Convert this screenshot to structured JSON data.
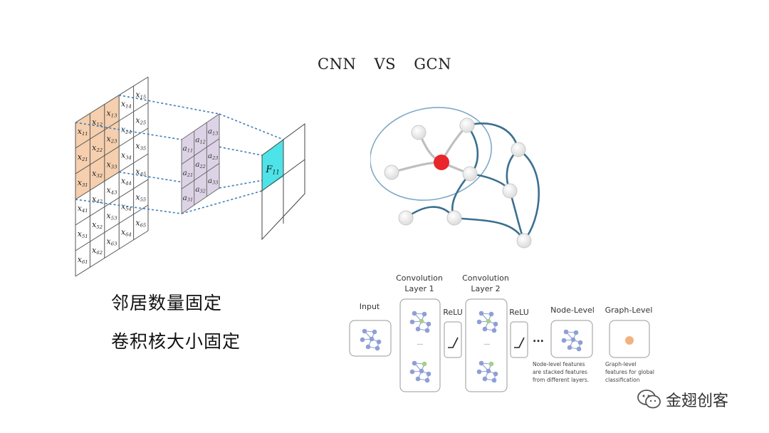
{
  "title": "CNN   VS   GCN",
  "cnn": {
    "input_grid": {
      "rows": [
        [
          "x11",
          "x12",
          "x13",
          "x14",
          "x15"
        ],
        [
          "x21",
          "x22",
          "x23",
          "x24",
          "x25"
        ],
        [
          "x31",
          "x32",
          "x33",
          "x34",
          "x35"
        ],
        [
          "x41",
          "x42",
          "x43",
          "x44",
          "x45"
        ],
        [
          "x51",
          "x52",
          "x53",
          "x54",
          "x55"
        ],
        [
          "x61",
          "x62",
          "x63",
          "x64",
          "x65"
        ]
      ],
      "highlight_color": "#f5cfae"
    },
    "kernel_grid": {
      "rows": [
        [
          "a11",
          "a12",
          "a13"
        ],
        [
          "a21",
          "a22",
          "a23"
        ],
        [
          "a31",
          "a32",
          "a33"
        ]
      ],
      "fill_color": "#ddd3e6"
    },
    "output_cell": "F11",
    "output_color": "#4ee3e8",
    "label_neighbors": "邻居数量固定",
    "label_kernel": "卷积核大小固定"
  },
  "gcn": {
    "center_node_color": "#e8262b",
    "edge_color": "#3b6f8f"
  },
  "pipeline": {
    "input_label": "Input",
    "conv1_label_line1": "Convolution",
    "conv1_label_line2": "Layer 1",
    "conv2_label_line1": "Convolution",
    "conv2_label_line2": "Layer 2",
    "relu1_label": "ReLU",
    "relu2_label": "ReLU",
    "dots": "...",
    "ellipsis_small": "...",
    "node_level_label": "Node-Level",
    "graph_level_label": "Graph-Level",
    "node_level_desc": [
      "Node-level features",
      "are stacked features",
      "from different layers."
    ],
    "graph_level_desc": [
      "Graph-level",
      "features for global",
      "classification"
    ],
    "node_color": "#8f9fd6",
    "highlight_node_color": "#a5cf8c",
    "graph_node_color": "#f2b27e"
  },
  "watermark": {
    "text": "金翅创客"
  }
}
